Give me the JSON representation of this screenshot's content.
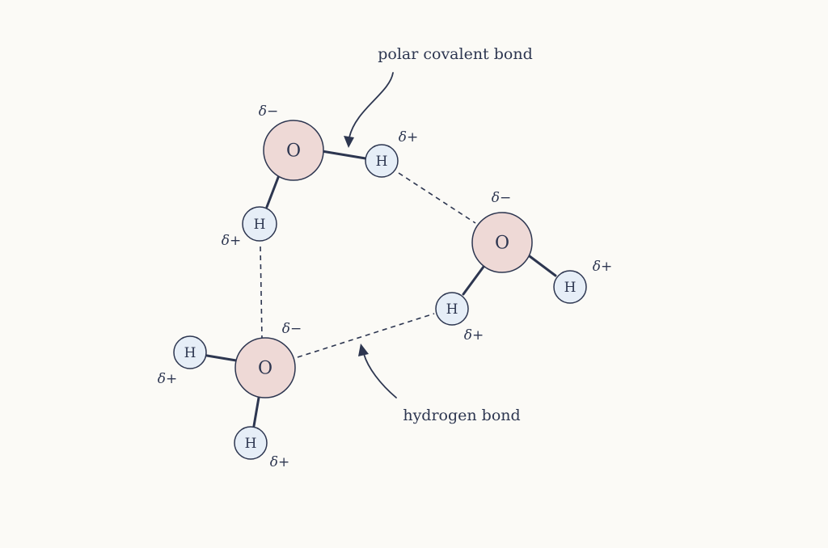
{
  "labels": {
    "oxygen": "O",
    "hydrogen": "H",
    "partial_negative": "δ−",
    "partial_positive": "δ+"
  },
  "annotations": {
    "covalent": "polar covalent bond",
    "hydrogen": "hydrogen bond"
  },
  "colors": {
    "oxygen_fill": "#eed9d6",
    "hydrogen_fill": "#e6eef7",
    "ink": "#2d3650",
    "background": "#fbfaf6"
  }
}
